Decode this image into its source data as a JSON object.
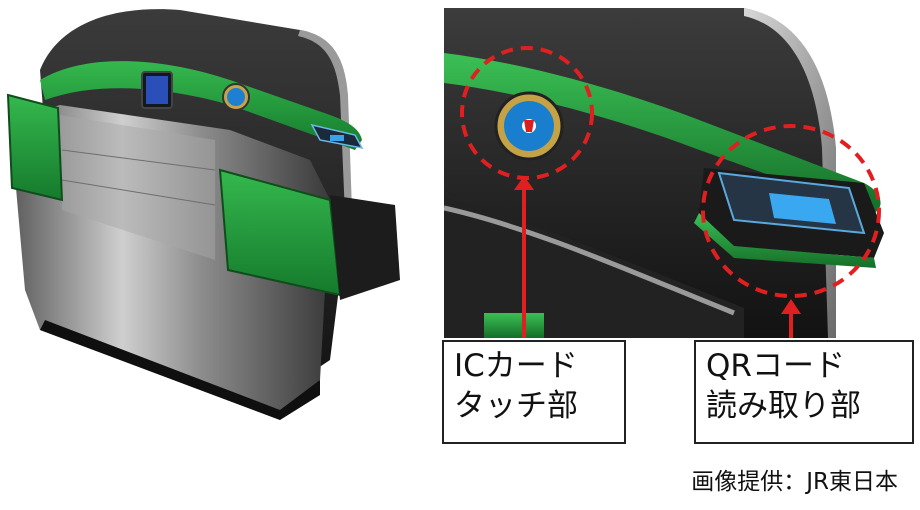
{
  "callouts": {
    "ic_line1": "ICカード",
    "ic_line2": "タッチ部",
    "qr_line1": "QRコード",
    "qr_line2": "読み取り部"
  },
  "credit": "画像提供：JR東日本",
  "colors": {
    "gate_green": "#1f9a3a",
    "callout_red": "#e02020",
    "gate_dark": "#2a2a2a"
  }
}
